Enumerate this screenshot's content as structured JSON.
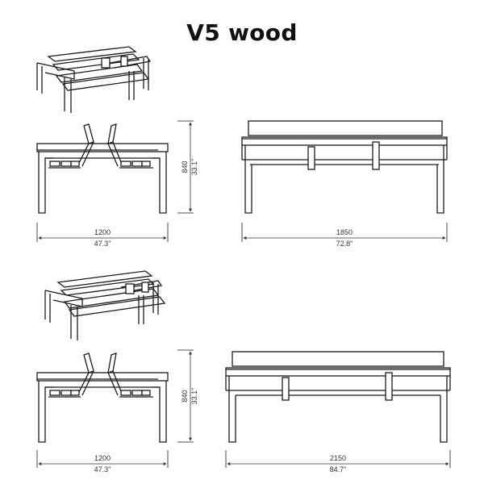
{
  "title": "V5 wood",
  "bench1": {
    "width_mm": "1200",
    "width_in": "47.3\"",
    "height_mm": "840",
    "height_in": "33.1\"",
    "length_mm": "1850",
    "length_in": "72.8\""
  },
  "bench2": {
    "width_mm": "1200",
    "width_in": "47.3\"",
    "height_mm": "840",
    "height_in": "33.1\"",
    "length_mm": "2150",
    "length_in": "84.7\""
  }
}
